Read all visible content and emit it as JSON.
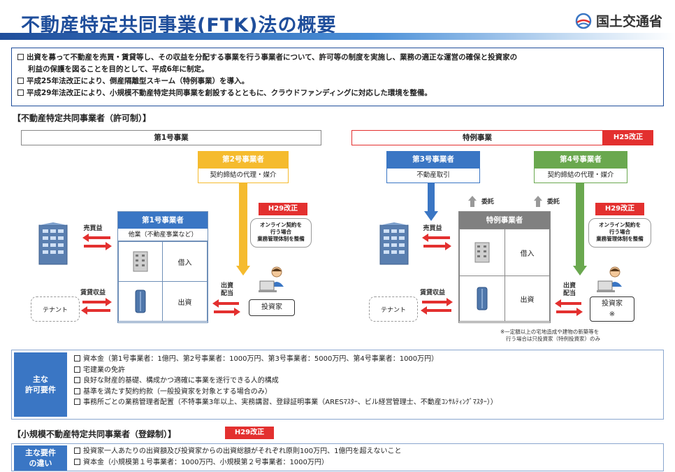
{
  "header": {
    "title": "不動産特定共同事業(FTK)法の概要",
    "ministry": "国土交通省"
  },
  "intro": {
    "line1": "出資を募って不動産を売買・賃貸等し、その収益を分配する事業を行う事業者について、許可等の制度を実施し、業務の適正な運営の確保と投資家の",
    "line1b": "利益の保護を図ることを目的として、平成6年に制定。",
    "line2": "平成25年法改正により、倒産隔離型スキーム（特例事業）を導入。",
    "line3": "平成29年法改正により、小規模不動産特定共同事業を創設するとともに、クラウドファンディングに対応した環境を整備。"
  },
  "section1": {
    "label": "【不動産特定共同事業者（許可制）】"
  },
  "left": {
    "bar": "第1号事業",
    "role2": {
      "head": "第2号事業者",
      "body": "契約締結の代理・媒介"
    },
    "badge": "H29改正",
    "callout": [
      "オンライン契約を",
      "行う場合",
      "業務管理体制を整備"
    ],
    "biz": {
      "head": "第1号事業者",
      "sub": "他業（不動産事業など）",
      "invest": "借入",
      "equity": "出資"
    },
    "rent": "売買益",
    "rentin": "賃貸収益",
    "dist": [
      "出資",
      "配当"
    ],
    "tenant": "テナント",
    "investor": "投資家"
  },
  "right": {
    "bar": "特例事業",
    "barbadge": "H25改正",
    "role3": {
      "head": "第3号事業者",
      "body": "不動産取引"
    },
    "role4": {
      "head": "第4号事業者",
      "body": "契約締結の代理・媒介"
    },
    "consign1": "委託",
    "consign2": "委託",
    "badge": "H29改正",
    "callout": [
      "オンライン契約を",
      "行う場合",
      "業務管理体制を整備"
    ],
    "biz": {
      "head": "特例事業者",
      "invest": "借入",
      "equity": "出資"
    },
    "rent": "売買益",
    "rentin": "賃貸収益",
    "dist": [
      "出資",
      "配当"
    ],
    "tenant": "テナント",
    "investor": "投資家",
    "investor_mark": "※",
    "note1": "※一定額以上の宅地造成や建物の新築等を",
    "note2": "行う場合は只投資家（特例投資家）のみ"
  },
  "requirements": {
    "label": [
      "主な",
      "許可要件"
    ],
    "items": [
      "資本金（第1号事業者：1億円、第2号事業者：1000万円、第3号事業者：5000万円、第4号事業者：1000万円）",
      "宅建業の免許",
      "良好な財産的基礎、構成かつ適確に事業を遂行できる人的構成",
      "基準を満たす契約約款（一般投資家を対象とする場合のみ）",
      "事務所ごとの業務管理者配置（不特事業3年以上、実務講習、登録証明事業（ARESﾏｽﾀｰ、ビル経営管理士、不動産ｺﾝｻﾙﾃｨﾝｸﾞﾏｽﾀｰ））"
    ]
  },
  "section2": {
    "label": "【小規模不動産特定共同事業者（登録制）】",
    "badge": "H29改正"
  },
  "small": {
    "label": [
      "主な要件",
      "の違い"
    ],
    "items": [
      "投資家一人あたりの出資額及び投資家からの出資総額がそれぞれ原則100万円、1億円を超えないこと",
      "資本金（小規模第１号事業者：1000万円、小規模第２号事業者：1000万円）"
    ]
  },
  "colors": {
    "blue": "#3a76c4",
    "yellow": "#f5bb2e",
    "green": "#6aa84f",
    "gray": "#808080",
    "red": "#e3302f"
  }
}
